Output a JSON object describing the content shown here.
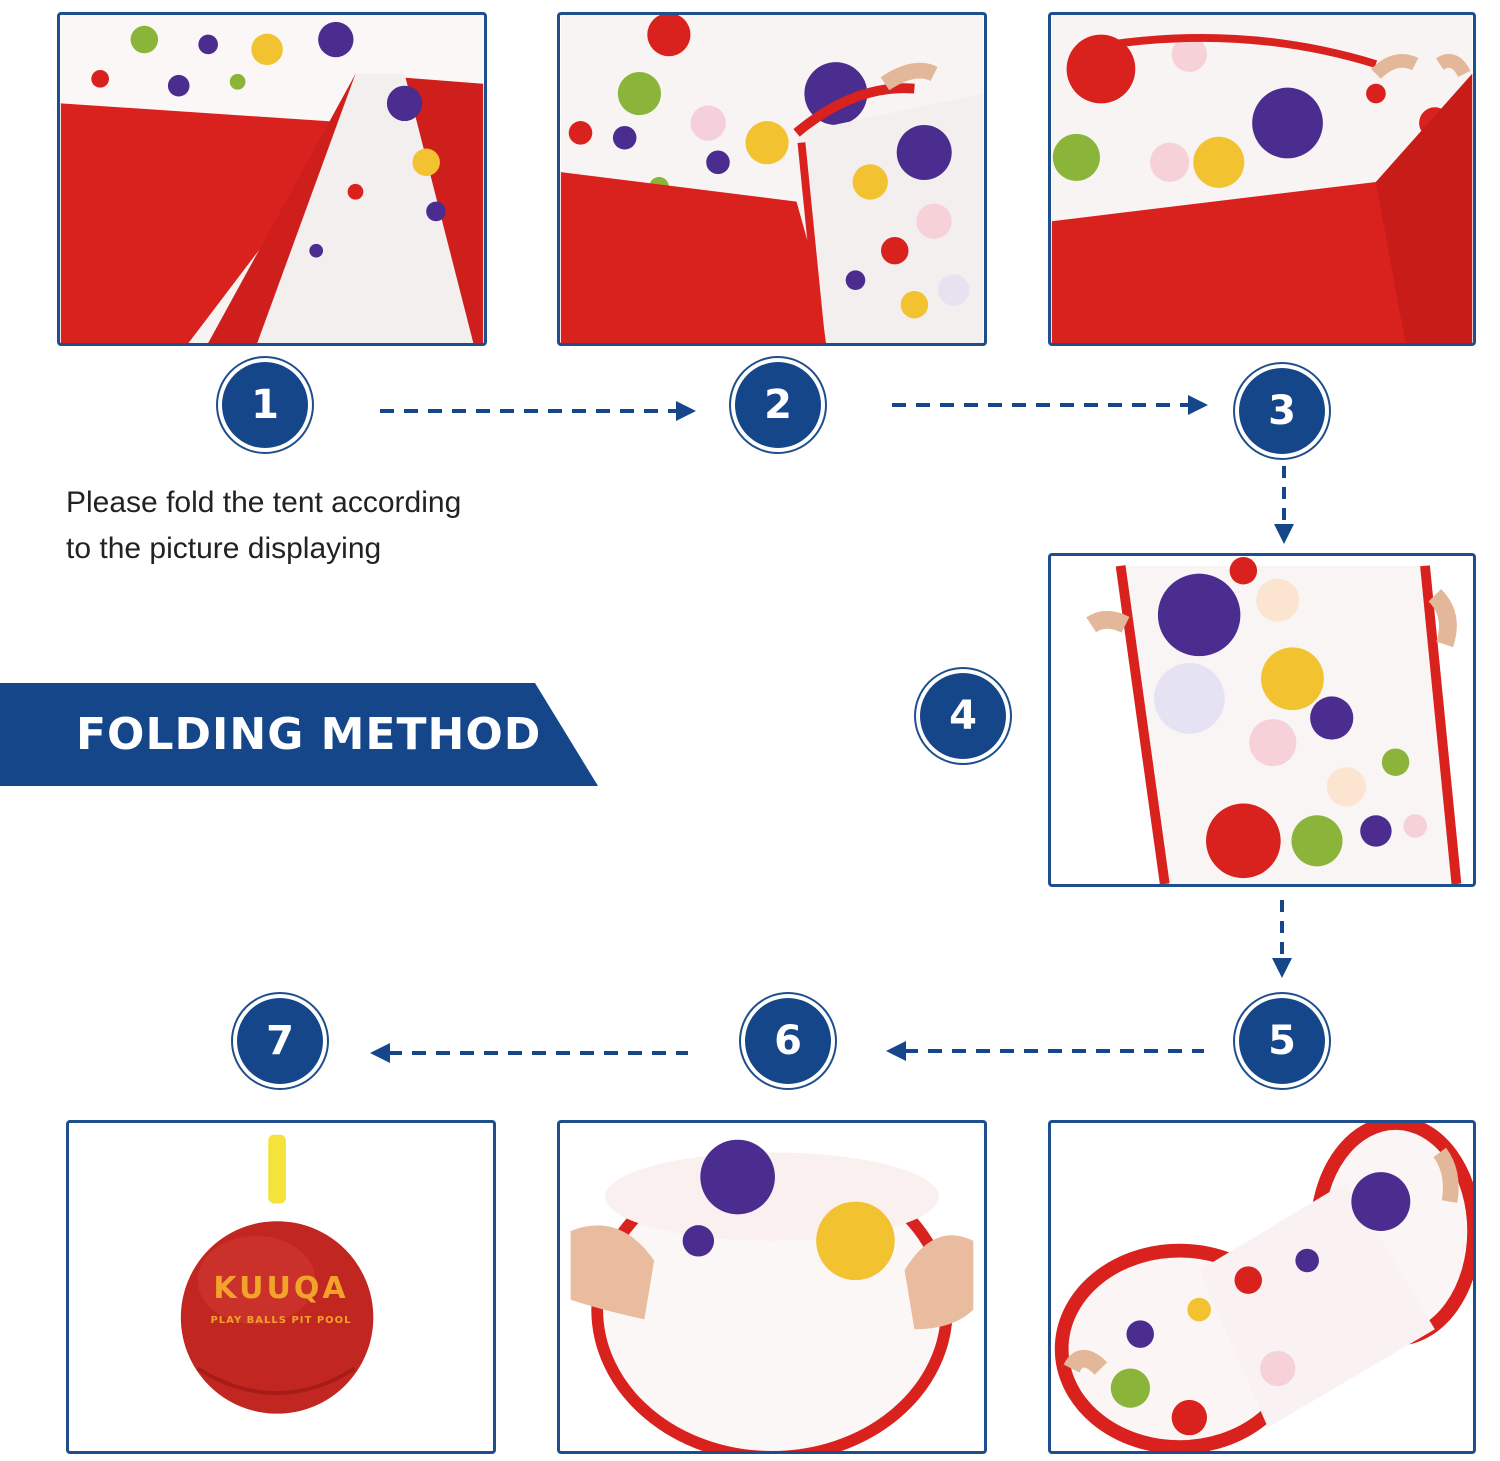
{
  "instruction": {
    "line1": "Please fold the tent according",
    "line2": "to the picture displaying"
  },
  "banner": {
    "title": "FOLDING METHOD"
  },
  "steps": [
    "1",
    "2",
    "3",
    "4",
    "5",
    "6",
    "7"
  ],
  "bag": {
    "brand": "KUUQA",
    "tagline": "PLAY BALLS PIT POOL"
  },
  "colors": {
    "primary_blue": "#15468a",
    "tent_red": "#d9221e",
    "dot_purple": "#4b2d8f",
    "dot_yellow": "#f2c230",
    "dot_green": "#8bb53a"
  }
}
